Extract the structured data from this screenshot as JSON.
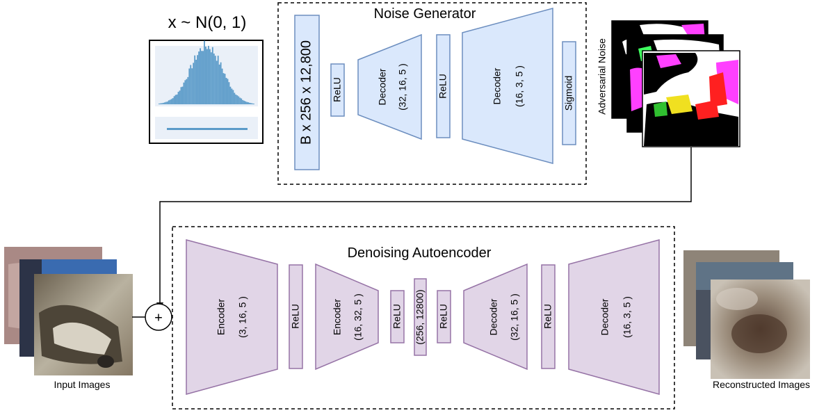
{
  "formula": "x ~ N(0, 1)",
  "noise_generator": {
    "title": "Noise Generator",
    "input_label": "B x 256 x 12,800",
    "relu1": "ReLU",
    "decoder1": {
      "name": "Decoder",
      "params": "(32, 16, 5 )"
    },
    "relu2": "ReLU",
    "decoder2": {
      "name": "Decoder",
      "params": "(16, 3, 5 )"
    },
    "sigmoid": "Sigmoid"
  },
  "adversarial_noise_label": "Adversarial Noise",
  "denoising_autoencoder": {
    "title": "Denoising Autoencoder",
    "encoder1": {
      "name": "Encoder",
      "params": "(3, 16, 5 )"
    },
    "relu1": "ReLU",
    "encoder2": {
      "name": "Encoder",
      "params": "(16, 32, 5 )"
    },
    "relu2": "ReLU",
    "bottleneck": "(256, 12800)",
    "relu3": "ReLU",
    "decoder1": {
      "name": "Decoder",
      "params": "(32, 16, 5 )"
    },
    "relu4": "ReLU",
    "decoder2": {
      "name": "Decoder",
      "params": "(16, 3, 5 )"
    }
  },
  "sum_symbol": "+",
  "input_images_label": "Input Images",
  "reconstructed_images_label": "Reconstructed Images",
  "colors": {
    "generator_fill": "#dae8fc",
    "generator_stroke": "#6c8ebf",
    "autoencoder_fill": "#e1d5e7",
    "autoencoder_stroke": "#9673a6",
    "histogram_bar": "#5b9bc9"
  }
}
